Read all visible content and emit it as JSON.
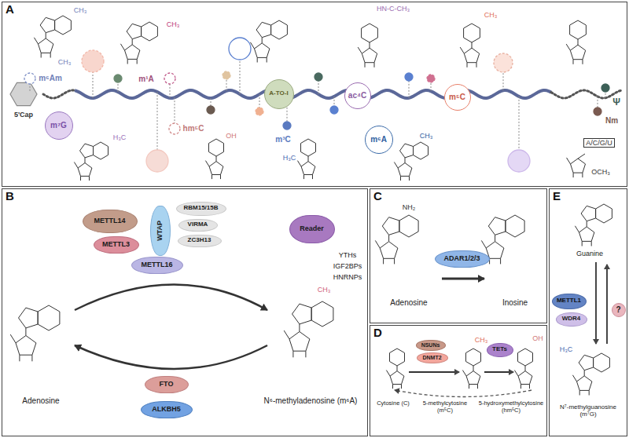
{
  "diagram": {
    "nodes": [
      {
        "text": [
          "A"
        ]
      },
      {
        "text": [
          "A-TO-I"
        ],
        "in": 0
      },
      {
        "text": [
          "ac⁴C"
        ],
        "in": 0
      },
      {
        "text": [
          "m⁵C"
        ],
        "in": 0
      },
      {
        "text": [
          "m⁷G"
        ],
        "in": 0
      },
      {
        "text": [
          "m⁶A"
        ],
        "in": 0
      },
      {
        "text": [
          "B"
        ]
      },
      {
        "text": [
          "METTL14"
        ],
        "in": 6
      },
      {
        "text": [
          "METTL3"
        ],
        "in": 6
      },
      {
        "text": [
          "WTAP"
        ],
        "in": 6
      },
      {
        "text": [
          "RBM15/15B"
        ],
        "in": 6
      },
      {
        "text": [
          "VIRMA"
        ],
        "in": 6
      },
      {
        "text": [
          "ZC3H13"
        ],
        "in": 6
      },
      {
        "text": [
          "METTL16"
        ],
        "in": 6
      },
      {
        "text": [
          "Reader"
        ],
        "in": 6
      },
      {
        "text": [
          "FTO"
        ],
        "in": 6
      },
      {
        "text": [
          "ALKBH5"
        ],
        "in": 6
      },
      {
        "text": [
          "C"
        ]
      },
      {
        "text": [
          "ADAR1/2/3"
        ],
        "in": 17
      },
      {
        "text": [
          "D"
        ]
      },
      {
        "text": [
          "NSUNs"
        ],
        "in": 19
      },
      {
        "text": [
          "DNMT2"
        ],
        "in": 19
      },
      {
        "text": [
          "TETs"
        ],
        "in": 19
      },
      {
        "text": [
          "E"
        ]
      },
      {
        "text": [
          "METTL1"
        ],
        "in": 23
      },
      {
        "text": [
          "WDR4"
        ],
        "in": 23
      },
      {
        "text": [
          "?"
        ],
        "in": 23
      }
    ],
    "labels": [
      "5'Cap",
      "m⁶Am",
      "m¹A",
      "Ψ",
      "hm⁵C",
      "m³C",
      "Nm",
      "CH₃",
      "CH₃",
      "CH₃",
      "HN-C-CH₃",
      "CH₃",
      "H₃C",
      "OH",
      "H₃C",
      "CH₃",
      "A/C/G/U",
      "OCH₃",
      "Adenosine",
      "N⁶-methyladenosine (m⁶A)",
      "YTHs",
      "IGF2BPs",
      "HNRNPs",
      "CH₃",
      "NH₂",
      "Adenosine",
      "Inosine",
      "CH₃",
      "OH",
      "Cytosine (C)",
      "5-methylcytosine (m⁵C)",
      "5-hydroxymethylcytosine (hm⁵C)",
      "Guanine",
      "H₃C",
      "N⁷-methylguanosine (m⁷G)"
    ]
  }
}
